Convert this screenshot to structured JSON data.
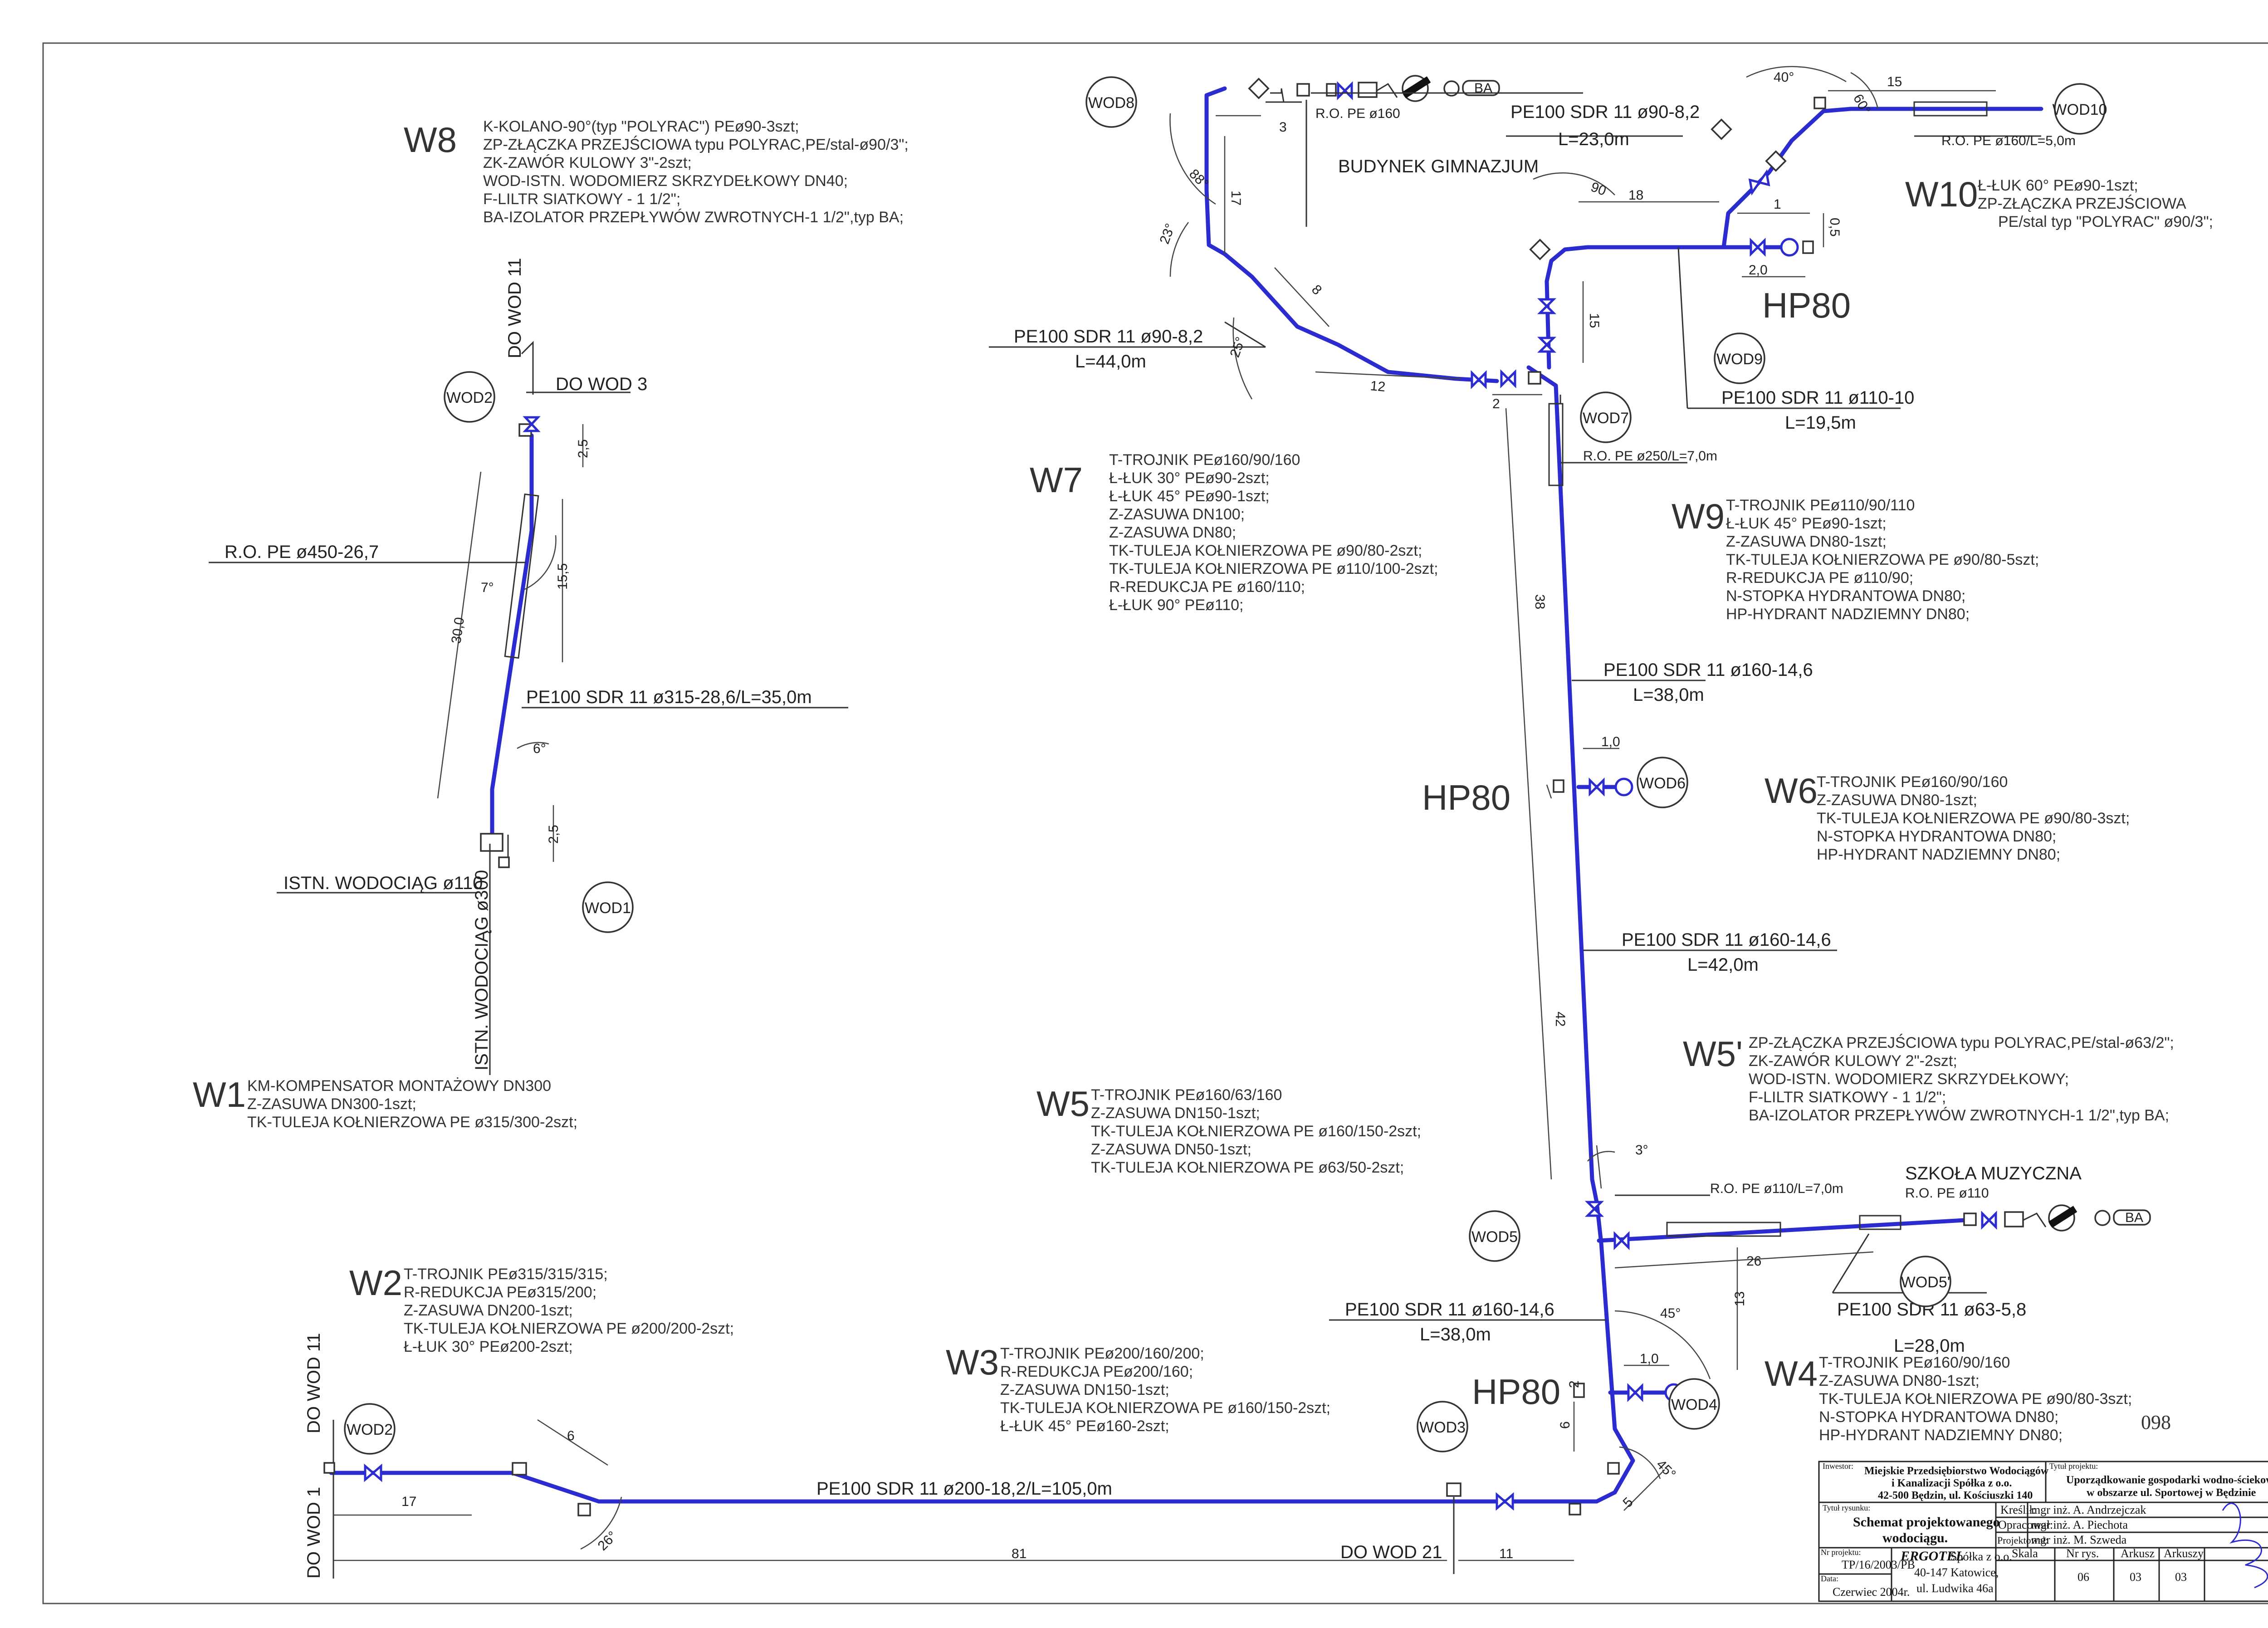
{
  "nodes": {
    "wod1": "WOD1",
    "wod2_top": "WOD2",
    "wod2_bottom": "WOD2",
    "wod3": "WOD3",
    "wod4": "WOD4",
    "wod5": "WOD5",
    "wod5p": "WOD5'",
    "wod6": "WOD6",
    "wod7": "WOD7",
    "wod8": "WOD8",
    "wod9": "WOD9",
    "wod10": "WOD10"
  },
  "pipe_labels": {
    "w1_pipe": "PE100 SDR 11 ø315-28,6/L=35,0m",
    "ro_450": "R.O. PE ø450-26,7",
    "istn_110": "ISTN. WODOCIĄG ø110",
    "istn_300": "ISTN. WODOCIĄG ø300",
    "do_wod3": "DO WOD 3",
    "do_wod11_top": "DO WOD 11",
    "do_wod11_bottom": "DO WOD 11",
    "do_wod1": "DO WOD 1",
    "do_wod21": "DO WOD 21",
    "main_200": "PE100 SDR 11 ø200-18,2/L=105,0m",
    "seg_a_pipe": "PE100 SDR 11 ø160-14,6",
    "seg_a_len": "L=38,0m",
    "seg_b_pipe": "PE100 SDR 11 ø160-14,6",
    "seg_b_len": "L=42,0m",
    "seg_c_pipe": "PE100 SDR 11 ø160-14,6",
    "seg_c_len": "L=38,0m",
    "w5_branch_pipe": "PE100 SDR 11 ø63-5,8",
    "w5_branch_len": "L=28,0m",
    "ro_110_7": "R.O. PE ø110/L=7,0m",
    "ro_110": "R.O. PE ø110",
    "szkola": "SZKOŁA MUZYCZNA",
    "ro_250": "R.O. PE ø250/L=7,0m",
    "w9_pipe": "PE100 SDR 11 ø110-10",
    "w9_len": "L=19,5m",
    "w8_pipe": "PE100 SDR 11 ø90-8,2",
    "w8_len": "L=44,0m",
    "gim_pipe": "PE100 SDR 11 ø90-8,2",
    "gim_len": "L=23,0m",
    "budynek": "BUDYNEK GIMNAZJUM",
    "ro_160": "R.O. PE ø160",
    "ro_160_5": "R.O. PE ø160/L=5,0m",
    "hp80_a": "HP80",
    "hp80_b": "HP80",
    "hp80_c": "HP80",
    "ba1": "BA",
    "ba2": "BA"
  },
  "dimensions": {
    "d_2_5a": "2,5",
    "d_15_5": "15,5",
    "d_30": "30,0",
    "d_2_5b": "2,5",
    "ang_7": "7°",
    "ang_6": "6°",
    "d_17": "17",
    "d_6": "6",
    "ang_26": "26°",
    "d_81": "81",
    "d_11": "11",
    "d_6b": "6",
    "d_2": "2",
    "d_5": "5",
    "ang_45a": "45°",
    "ang_45b": "45°",
    "d_1_0a": "1,0",
    "d_26": "26",
    "d_13": "13",
    "ang_3": "3°",
    "d_42": "42",
    "d_1_0b": "1,0",
    "d_38": "38",
    "d_15": "15",
    "d_2b": "2",
    "d_18": "18",
    "ang_90": "90",
    "d_2_0": "2,0",
    "d_0_5": "0,5",
    "d_1": "1",
    "ang_40": "40°",
    "ang_60": "60°",
    "d_15b": "15",
    "d_12": "12",
    "d_8": "8",
    "ang_25": "25°",
    "ang_23": "23°",
    "ang_88": "88°",
    "d_17b": "17",
    "d_3": "3"
  },
  "legends": [
    {
      "key": "W1",
      "lines": [
        "KM-KOMPENSATOR MONTAŻOWY DN300",
        "Z-ZASUWA DN300-1szt;",
        "TK-TULEJA KOŁNIERZOWA PE ø315/300-2szt;"
      ]
    },
    {
      "key": "W2",
      "lines": [
        "T-TROJNIK PEø315/315/315;",
        "R-REDUKCJA PEø315/200;",
        "Z-ZASUWA DN200-1szt;",
        "TK-TULEJA KOŁNIERZOWA PE ø200/200-2szt;",
        "Ł-ŁUK 30° PEø200-2szt;"
      ]
    },
    {
      "key": "W3",
      "lines": [
        "T-TROJNIK PEø200/160/200;",
        "R-REDUKCJA PEø200/160;",
        "Z-ZASUWA DN150-1szt;",
        "TK-TULEJA KOŁNIERZOWA PE ø160/150-2szt;",
        "Ł-ŁUK 45° PEø160-2szt;"
      ]
    },
    {
      "key": "W4",
      "lines": [
        "T-TROJNIK PEø160/90/160",
        "Z-ZASUWA DN80-1szt;",
        "TK-TULEJA KOŁNIERZOWA PE ø90/80-3szt;",
        "N-STOPKA HYDRANTOWA DN80;",
        "HP-HYDRANT NADZIEMNY DN80;"
      ]
    },
    {
      "key": "W5",
      "lines": [
        "T-TROJNIK PEø160/63/160",
        "Z-ZASUWA DN150-1szt;",
        "TK-TULEJA KOŁNIERZOWA PE ø160/150-2szt;",
        "Z-ZASUWA DN50-1szt;",
        "TK-TULEJA KOŁNIERZOWA PE ø63/50-2szt;"
      ]
    },
    {
      "key": "W5'",
      "lines": [
        "ZP-ZŁĄCZKA PRZEJŚCIOWA typu POLYRAC,PE/stal-ø63/2\";",
        "ZK-ZAWÓR KULOWY 2\"-2szt;",
        "WOD-ISTN. WODOMIERZ SKRZYDEŁKOWY;",
        "F-LILTR SIATKOWY - 1 1/2\";",
        "BA-IZOLATOR PRZEPŁYWÓW ZWROTNYCH-1 1/2\",typ BA;"
      ]
    },
    {
      "key": "W6",
      "lines": [
        "T-TROJNIK PEø160/90/160",
        "Z-ZASUWA DN80-1szt;",
        "TK-TULEJA KOŁNIERZOWA PE ø90/80-3szt;",
        "N-STOPKA HYDRANTOWA DN80;",
        "HP-HYDRANT NADZIEMNY DN80;"
      ]
    },
    {
      "key": "W7",
      "lines": [
        "T-TROJNIK PEø160/90/160",
        "Ł-ŁUK 30° PEø90-2szt;",
        "Ł-ŁUK 45° PEø90-1szt;",
        "Z-ZASUWA DN100;",
        "Z-ZASUWA DN80;",
        "TK-TULEJA KOŁNIERZOWA PE ø90/80-2szt;",
        "TK-TULEJA KOŁNIERZOWA PE ø110/100-2szt;",
        "R-REDUKCJA PE ø160/110;",
        "Ł-ŁUK 90° PEø110;"
      ]
    },
    {
      "key": "W8",
      "lines": [
        "K-KOLANO-90°(typ \"POLYRAC\") PEø90-3szt;",
        "ZP-ZŁĄCZKA PRZEJŚCIOWA typu POLYRAC,PE/stal-ø90/3\";",
        "ZK-ZAWÓR KULOWY 3\"-2szt;",
        "WOD-ISTN. WODOMIERZ SKRZYDEŁKOWY DN40;",
        "F-LILTR SIATKOWY - 1 1/2\";",
        "BA-IZOLATOR PRZEPŁYWÓW ZWROTNYCH-1 1/2\",typ BA;"
      ]
    },
    {
      "key": "W9",
      "lines": [
        "T-TROJNIK PEø110/90/110",
        "Ł-ŁUK 45° PEø90-1szt;",
        "Z-ZASUWA DN80-1szt;",
        "TK-TULEJA KOŁNIERZOWA PE ø90/80-5szt;",
        "R-REDUKCJA PE ø110/90;",
        "N-STOPKA HYDRANTOWA DN80;",
        "HP-HYDRANT NADZIEMNY DN80;"
      ]
    },
    {
      "key": "W10",
      "lines": [
        "Ł-ŁUK 60° PEø90-1szt;",
        "ZP-ZŁĄCZKA PRZEJŚCIOWA",
        "PE/stal typ \"POLYRAC\" ø90/3\";"
      ]
    }
  ],
  "sheet_number": "098",
  "title_block": {
    "inwestor_label": "Inwestor:",
    "inwestor": [
      "Miejskie Przedsiębiorstwo Wodociągów",
      "i Kanalizacji Spółka z o.o.",
      "42-500 Będzin, ul. Kościuszki 140"
    ],
    "projekt_label": "Tytuł projektu:",
    "projekt": [
      "Uporządkowanie gospodarki wodno-ściekowej",
      "w obszarze ul. Sportowej w Będzinie"
    ],
    "rysunek_label": "Tytuł rysunku:",
    "rysunek": [
      "Schemat projektowanego",
      "wodociągu."
    ],
    "kreslil_label": "Kreślił:",
    "kreslil": "mgr inż. A. Andrzejczak",
    "opracowal_label": "Opracował:",
    "opracowal": "mgr inż. A. Piechota",
    "projektowal_label": "Projektował:",
    "projektowal": "mgr inż. M. Szweda",
    "nr_projektu_label": "Nr projektu:",
    "nr_projektu": "TP/16/2003/PB",
    "data_label": "Data:",
    "data": "Czerwiec 2004r.",
    "firma": "ERGOTEL",
    "firma_line": "Spółka z o.o.",
    "firma_addr": [
      "40-147 Katowice,",
      "ul. Ludwika 46a"
    ],
    "col_skala": "Skala",
    "col_nr": "Nr rys.",
    "col_ark": "Arkusz",
    "col_arkuszy": "Arkuszy",
    "val_skala": "",
    "val_nr": "06",
    "val_ark": "03",
    "val_arkuszy": "03"
  }
}
